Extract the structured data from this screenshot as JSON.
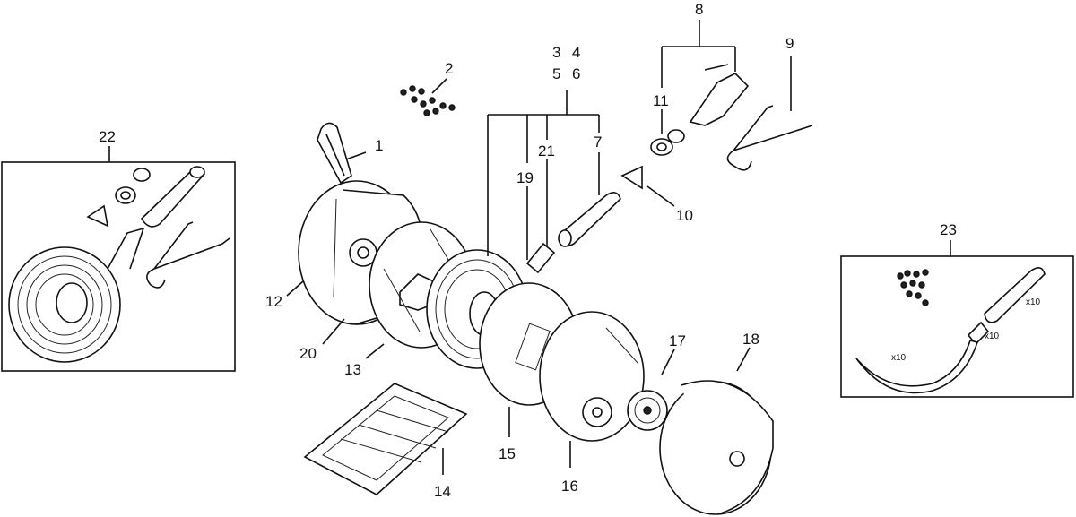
{
  "callouts": [
    {
      "id": "1",
      "text": "1"
    },
    {
      "id": "2",
      "text": "2"
    },
    {
      "id": "3",
      "text": "3"
    },
    {
      "id": "4",
      "text": "4"
    },
    {
      "id": "5",
      "text": "5"
    },
    {
      "id": "6",
      "text": "6"
    },
    {
      "id": "7",
      "text": "7"
    },
    {
      "id": "8",
      "text": "8"
    },
    {
      "id": "9",
      "text": "9"
    },
    {
      "id": "10",
      "text": "10"
    },
    {
      "id": "11",
      "text": "11"
    },
    {
      "id": "12",
      "text": "12"
    },
    {
      "id": "13",
      "text": "13"
    },
    {
      "id": "14",
      "text": "14"
    },
    {
      "id": "15",
      "text": "15"
    },
    {
      "id": "16",
      "text": "16"
    },
    {
      "id": "17",
      "text": "17"
    },
    {
      "id": "18",
      "text": "18"
    },
    {
      "id": "19",
      "text": "19"
    },
    {
      "id": "20",
      "text": "20"
    },
    {
      "id": "21",
      "text": "21"
    },
    {
      "id": "22",
      "text": "22"
    },
    {
      "id": "23",
      "text": "23"
    }
  ],
  "quantity_labels": {
    "hook_qty": "x10",
    "leader_qty": "x10",
    "float_qty": "x10"
  }
}
